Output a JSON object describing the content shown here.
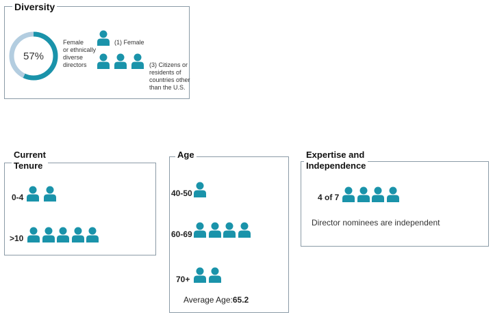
{
  "colors": {
    "accent": "#1a93aa",
    "ring_light": "#b3cde0",
    "border": "#8a9aa6"
  },
  "diversity": {
    "title": "Diversity",
    "percent_label": "57%",
    "percent_value": 57,
    "desc_lines": [
      "Female",
      "or ethnically",
      "diverse",
      "directors"
    ],
    "female_label": "(1) Female",
    "female_count": 1,
    "citizens_lines": [
      "(3) Citizens or",
      "residents of",
      "countries other",
      "than the U.S."
    ],
    "citizens_count": 3
  },
  "tenure": {
    "title_lines": [
      "Current",
      "Tenure"
    ],
    "rows": [
      {
        "label": "0-4",
        "count": 2
      },
      {
        "label": ">10",
        "count": 5
      }
    ]
  },
  "age": {
    "title": "Age",
    "rows": [
      {
        "label": "40-50",
        "count": 1
      },
      {
        "label": "60-69",
        "count": 4
      },
      {
        "label": "70+",
        "count": 2
      }
    ],
    "average_label": "Average Age:",
    "average_value": "65.2"
  },
  "expertise": {
    "title_lines": [
      "Expertise and",
      "Independence"
    ],
    "count_label": "4 of 7",
    "count": 4,
    "caption": "Director nominees are independent"
  }
}
